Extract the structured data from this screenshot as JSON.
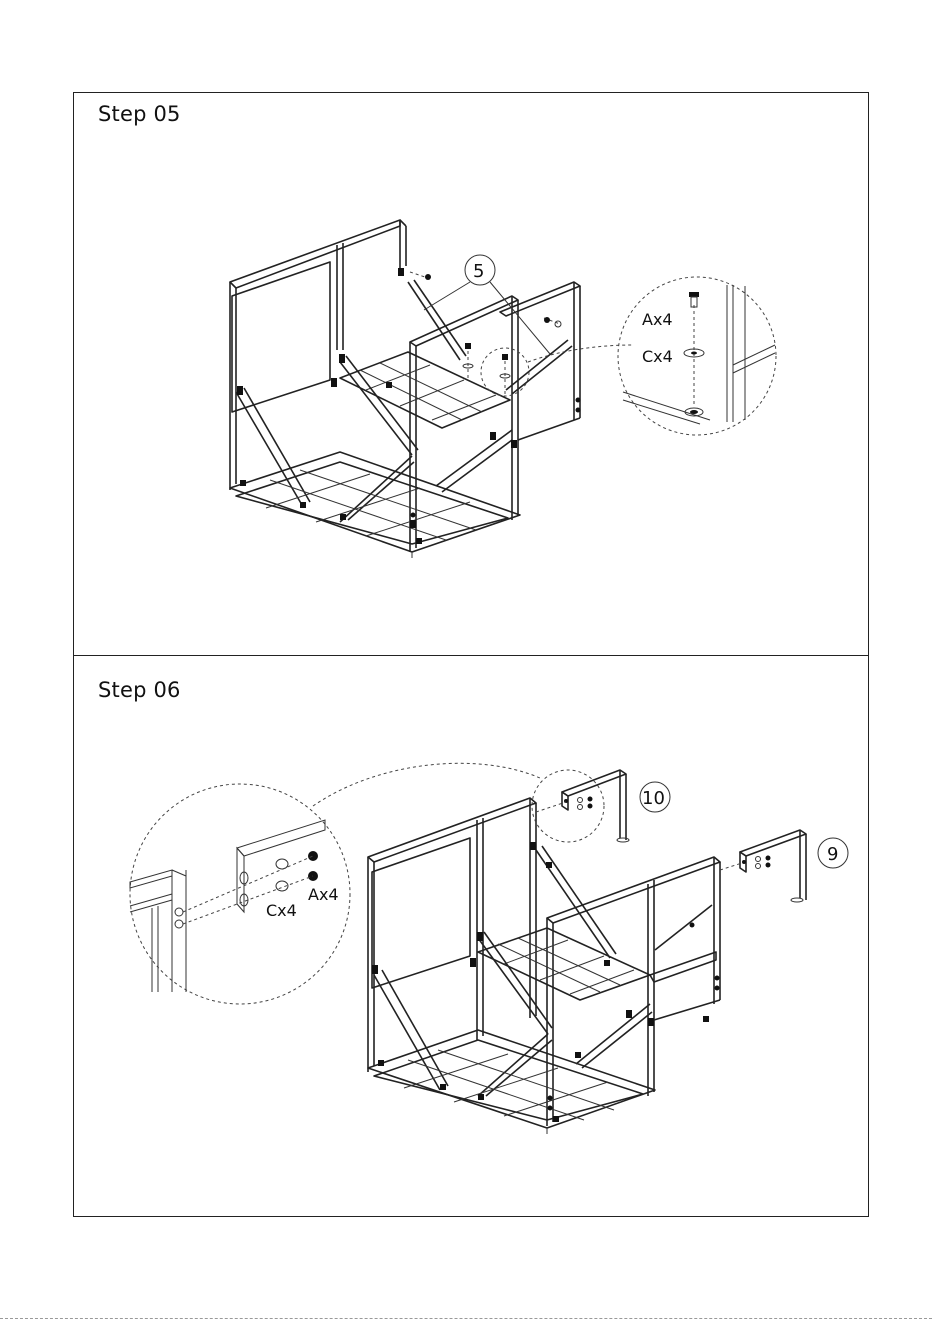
{
  "steps": [
    {
      "title": "Step 05",
      "callout_part": "5",
      "detail_labels": {
        "screw": "Ax4",
        "washer": "Cx4"
      }
    },
    {
      "title": "Step 06",
      "callout_parts": [
        "10",
        "9"
      ],
      "detail_labels": {
        "washer": "Cx4",
        "screw": "Ax4"
      }
    }
  ]
}
